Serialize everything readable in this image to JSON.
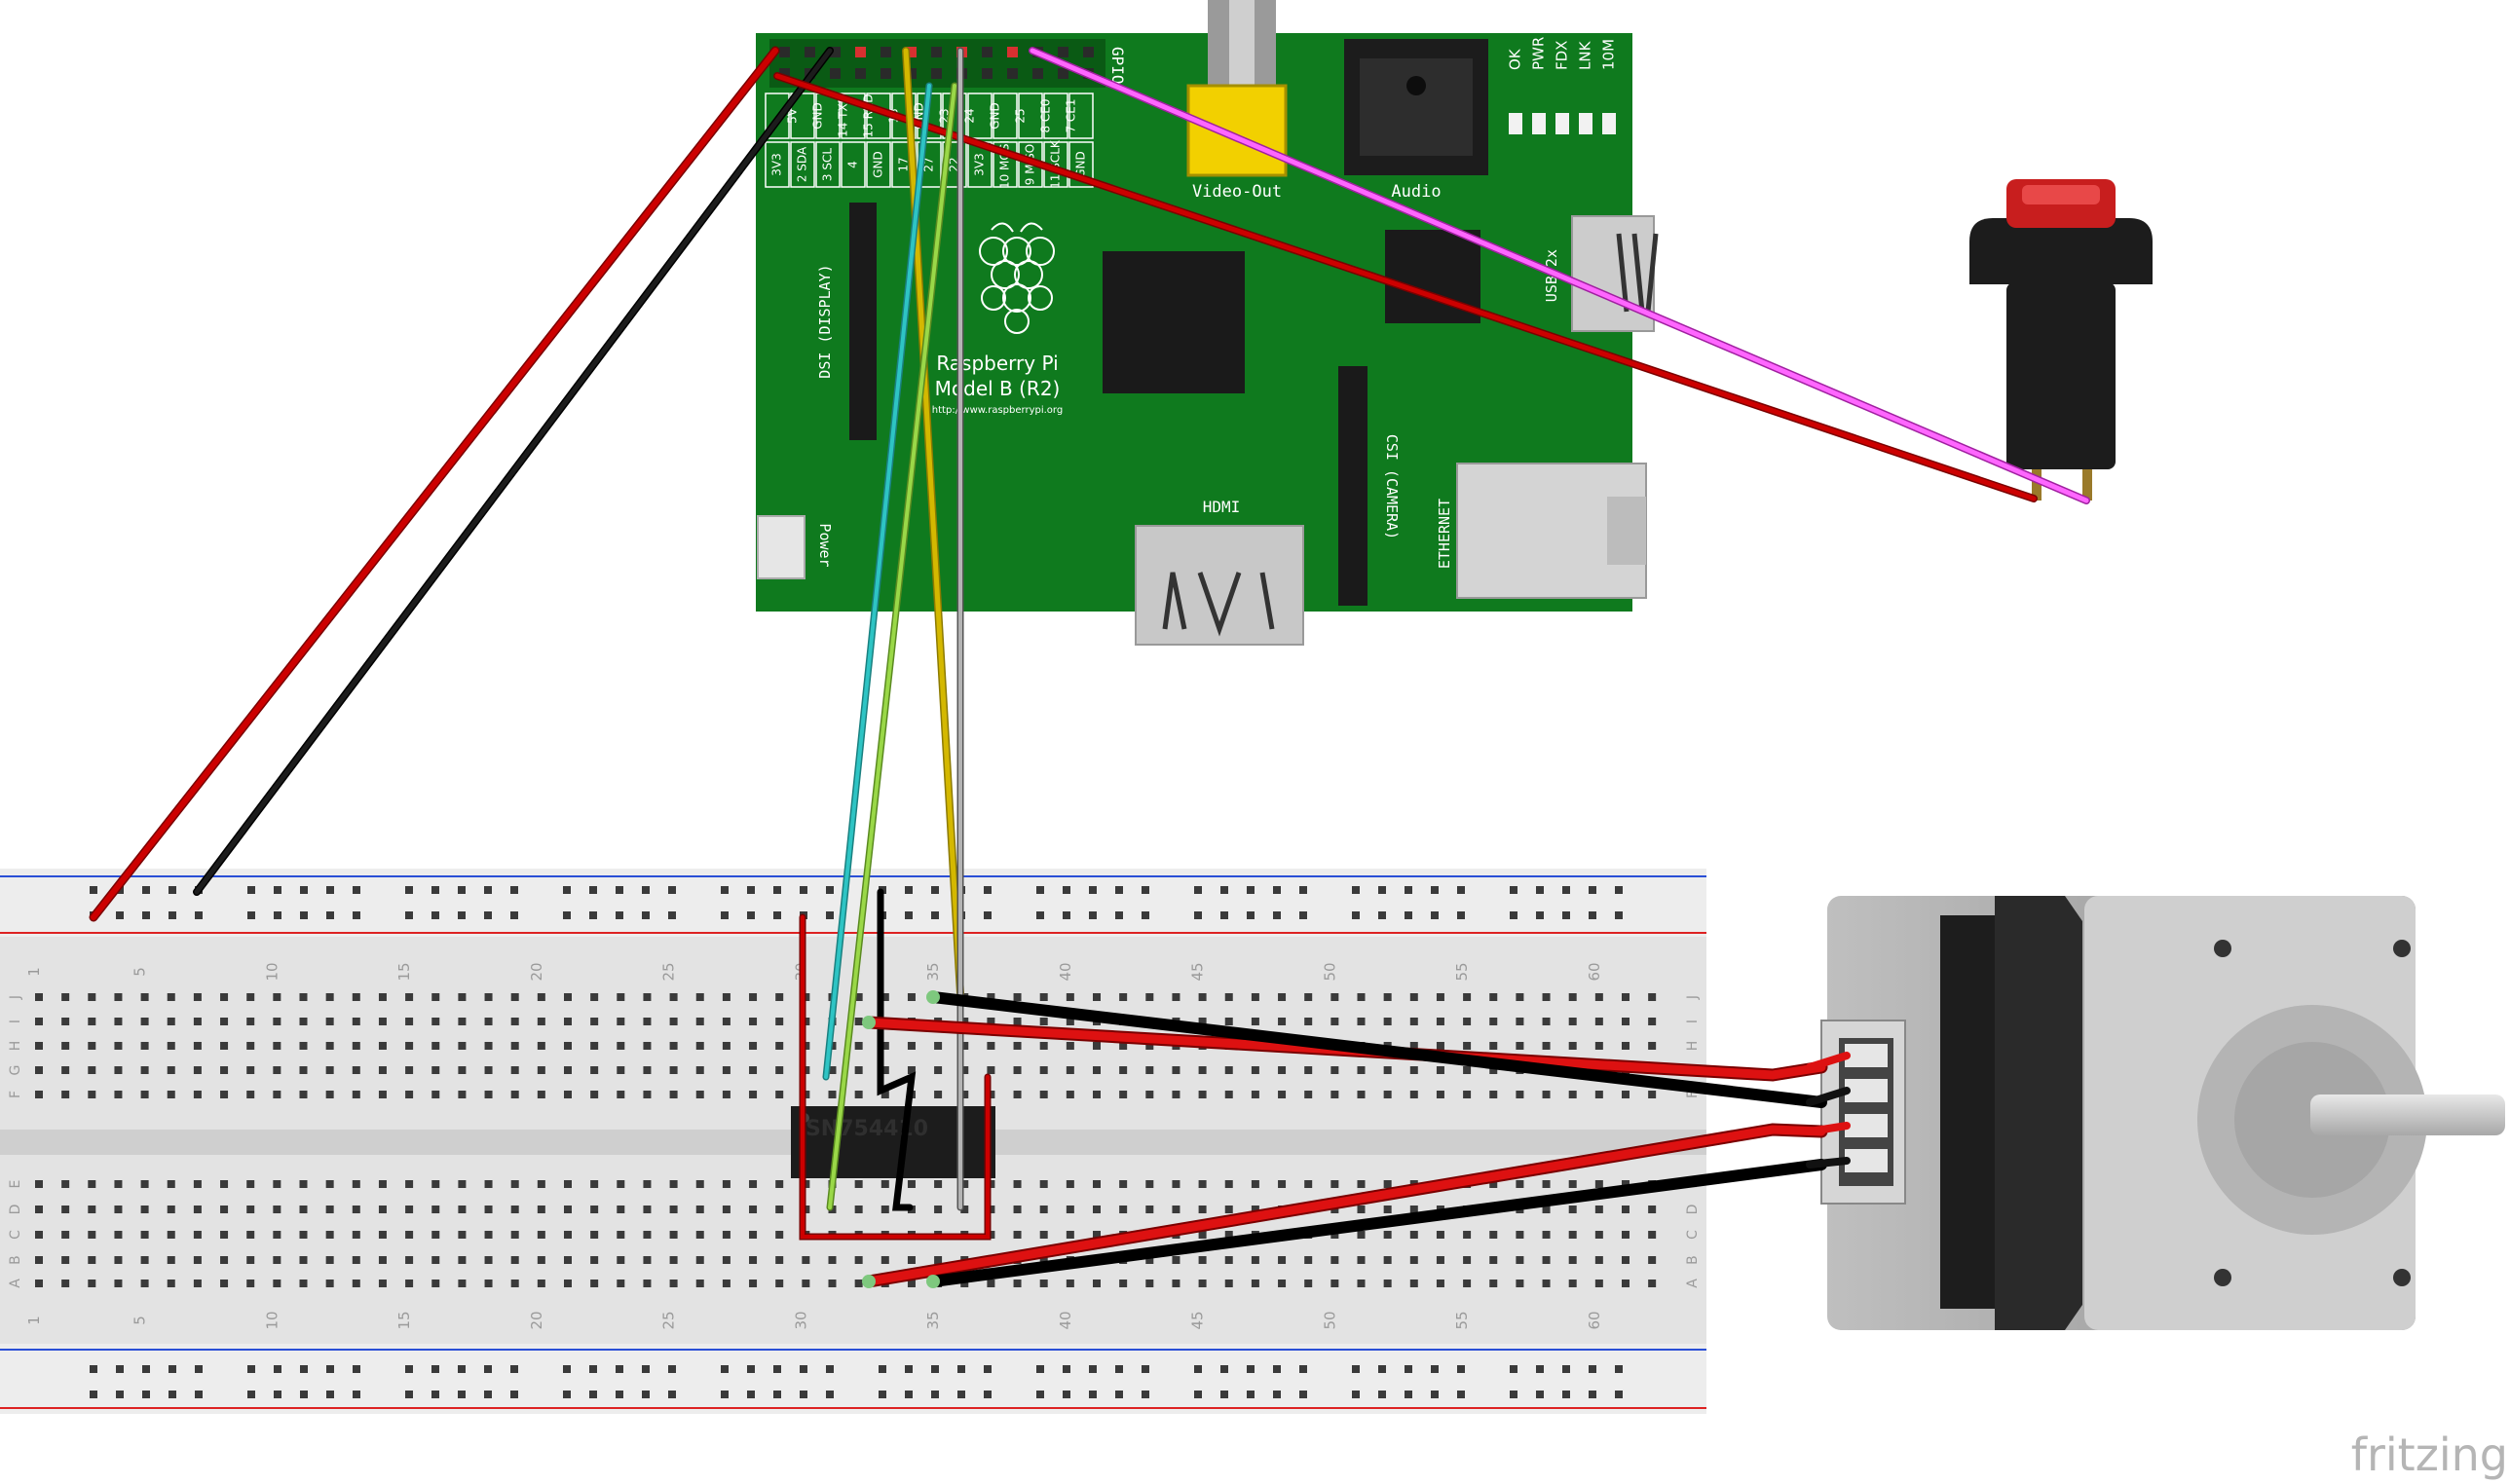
{
  "pi": {
    "name_line1": "Raspberry Pi",
    "name_line2": "Model B (R2)",
    "url": "http://www.raspberrypi.org",
    "gpio_label": "GPIO",
    "pin_labels_top": [
      "5V",
      "GND",
      "14 TXD",
      "15 RXD",
      "18",
      "GND",
      "23",
      "24",
      "GND",
      "25",
      "8 CE0",
      "7 CE1"
    ],
    "pin_labels_bottom": [
      "3V3",
      "2 SDA",
      "3 SCL",
      "4",
      "GND",
      "17",
      "27",
      "22",
      "3V3",
      "10 MOSI",
      "9 MISO",
      "11 SCLK",
      "GND"
    ],
    "video_out": "Video-Out",
    "audio": "Audio",
    "leds": [
      "OK",
      "PWR",
      "FDX",
      "LNK",
      "10M"
    ],
    "usb": "USB 2x",
    "dsi": "DSI (DISPLAY)",
    "csi": "CSI (CAMERA)",
    "hdmi": "HDMI",
    "ethernet": "ETHERNET",
    "power": "Power"
  },
  "chip": {
    "label": "SN754410"
  },
  "breadboard": {
    "column_numbers": [
      "1",
      "5",
      "10",
      "15",
      "20",
      "25",
      "30",
      "35",
      "40",
      "45",
      "50",
      "55",
      "60"
    ],
    "row_letters_top": [
      "J",
      "I",
      "H",
      "G",
      "F"
    ],
    "row_letters_bottom": [
      "E",
      "D",
      "C",
      "B",
      "A"
    ]
  },
  "logo": "fritzing",
  "colors": {
    "pi_board": "#0f7a1e",
    "wire_red": "#cc0000",
    "wire_black": "#1a1a1a",
    "wire_magenta": "#e040e0",
    "wire_yellow": "#d4b800",
    "wire_cyan": "#2ec4c4",
    "wire_green": "#8ccf3a",
    "wire_gray": "#9a9a9a",
    "button_cap": "#c81e1e"
  }
}
